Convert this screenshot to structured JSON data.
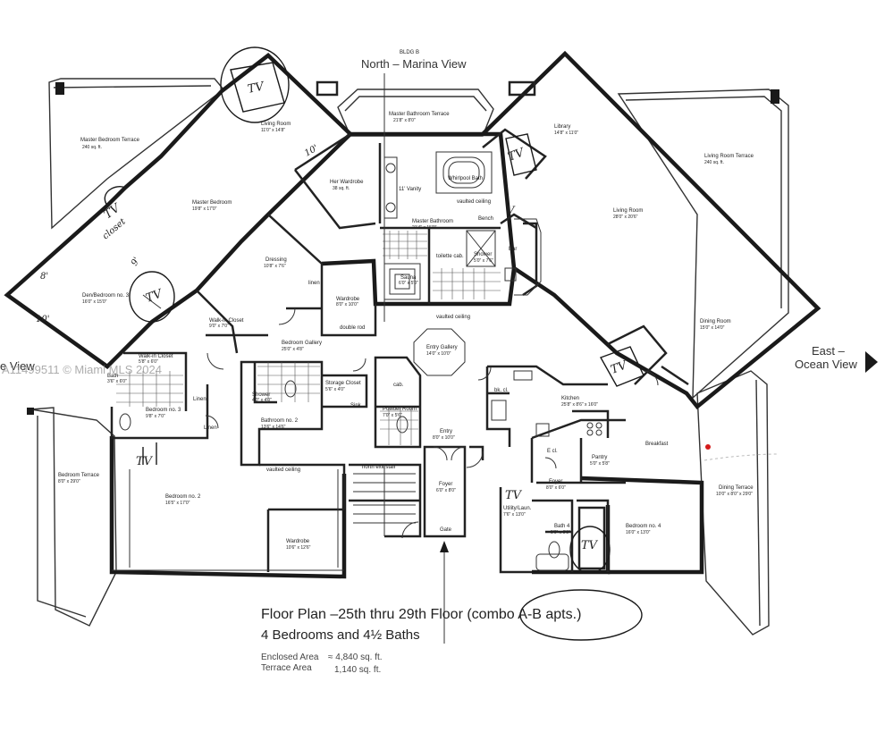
{
  "views": {
    "north": "North – Marina View",
    "north_tag": "BLDG B",
    "east_line1": "East –",
    "east_line2": "Ocean View",
    "west_partial": "e View"
  },
  "watermark": "A11499511 © Miami MLS 2024",
  "rooms": {
    "master_terrace": {
      "name": "Master Bedroom Terrace",
      "dim": "240 sq. ft."
    },
    "living_small": {
      "name": "Living Room",
      "dim": "11'0\" x 14'8\""
    },
    "master_bedroom": {
      "name": "Master Bedroom",
      "dim": "19'8\" x 17'0\""
    },
    "den": {
      "name": "Den/Bedroom no. 3",
      "dim": "16'0\" x 15'0\""
    },
    "her_wardrobe": {
      "name": "Her Wardrobe",
      "dim": "38 sq. ft."
    },
    "master_bath_terrace": {
      "name": "Master Bathroom Terrace",
      "dim": "21'8\" x 8'0\""
    },
    "vanity": {
      "name": "11' Vanity"
    },
    "whirlpool": {
      "name": "Whirlpool Bath"
    },
    "vaulted1": {
      "name": "vaulted ceiling"
    },
    "master_bath": {
      "name": "Master Bathroom",
      "dim": "21'4\" x 15'0\""
    },
    "bench": {
      "name": "Bench"
    },
    "shower_m": {
      "name": "Shower",
      "dim": "5'0\" x 7'6\""
    },
    "toilette": {
      "name": "toilette cab."
    },
    "sauna": {
      "name": "Sauna",
      "dim": "6'0\" x 5'0\""
    },
    "dressing": {
      "name": "Dressing",
      "dim": "10'8\" x 7'6\""
    },
    "linen_top": {
      "name": "linen"
    },
    "wardrobe_top": {
      "name": "Wardrobe",
      "dim": "8'0\" x 10'0\""
    },
    "double_rod": {
      "name": "double rod"
    },
    "walk_in_1": {
      "name": "Walk-in Closet",
      "dim": "9'0\" x 7'0\""
    },
    "library": {
      "name": "Library",
      "dim": "14'8\" x 11'0\""
    },
    "living_terrace": {
      "name": "Living Room Terrace",
      "dim": "240 sq. ft."
    },
    "living_room": {
      "name": "Living Room",
      "dim": "28'0\" x 20'6\""
    },
    "bar": {
      "name": "Bar"
    },
    "dining_room": {
      "name": "Dining Room",
      "dim": "15'0\" x 14'0\""
    },
    "vaulted2": {
      "name": "vaulted ceiling"
    },
    "entry_gallery": {
      "name": "Entry Gallery",
      "dim": "14'0\" x 10'0\""
    },
    "bedroom_gallery": {
      "name": "Bedroom Gallery",
      "dim": "25'0\" x 4'8\""
    },
    "walk_in_2": {
      "name": "Walk-in Closet",
      "dim": "5'8\" x 6'0\""
    },
    "bedroom_3": {
      "name": "Bedroom no. 3",
      "dim": "9'8\" x 7'0\""
    },
    "linen_a": {
      "name": "Linen"
    },
    "linen_b": {
      "name": "Linen"
    },
    "bath_small": {
      "name": "Bath",
      "dim": "3'6\" x 6'0\""
    },
    "shower_2": {
      "name": "Shower",
      "dim": "4'0\" x 4'0\""
    },
    "bathroom_2": {
      "name": "Bathroom no. 2",
      "dim": "13'6\" x 14'6\""
    },
    "storage_closet": {
      "name": "Storage Closet",
      "dim": "5'6\" x 4'0\""
    },
    "cab": {
      "name": "cab."
    },
    "powder_room": {
      "name": "Powder Room",
      "dim": "7'0\" x 5'6\""
    },
    "sink": {
      "name": "Sink"
    },
    "entry": {
      "name": "Entry",
      "dim": "8'0\" x 10'0\""
    },
    "bk_cl": {
      "name": "bk. cl."
    },
    "kitchen": {
      "name": "Kitchen",
      "dim": "25'8\" x 8'6\" x 16'0\""
    },
    "breakfast": {
      "name": "Breakfast"
    },
    "bd_terrace_w": {
      "name": "Bedroom Terrace",
      "dim": "8'0\" x 29'0\""
    },
    "bedroom_2": {
      "name": "Bedroom no. 2",
      "dim": "16'5\" x 17'0\""
    },
    "vaulted3": {
      "name": "vaulted ceiling"
    },
    "north_stair": {
      "name": "north exit stair"
    },
    "wardrobe_2": {
      "name": "Wardrobe",
      "dim": "10'6\" x 12'6\""
    },
    "foyer_1": {
      "name": "Foyer",
      "dim": "6'0\" x 8'0\""
    },
    "gate": {
      "name": "Gate"
    },
    "foyer_2": {
      "name": "Foyer",
      "dim": "8'0\" x 6'0\""
    },
    "pantry": {
      "name": "Pantry",
      "dim": "5'0\" x 5'8\""
    },
    "e_cl": {
      "name": "E cl."
    },
    "utility": {
      "name": "Utility/Laun.",
      "dim": "7'6\" x 13'0\""
    },
    "bath_4": {
      "name": "Bath 4",
      "dim": "5'0\" x 9'0\""
    },
    "bedroom_4": {
      "name": "Bedroom no. 4",
      "dim": "16'0\" x 13'0\""
    },
    "dining_terrace": {
      "name": "Dining Terrace",
      "dim": "10'0\" x 8'0\" x 29'0\""
    }
  },
  "handwritten": {
    "tv": "TV",
    "dim_8": "8'",
    "dim_10": "10'",
    "dim_10b": "10'",
    "dim_9": "9'",
    "closet": "closet",
    "mark": "V"
  },
  "caption": {
    "line1": "Floor Plan –25th thru 29th Floor (combo A-B apts.)",
    "line2": "4 Bedrooms and 4½ Baths",
    "enclosed_label": "Enclosed  Area",
    "enclosed_value": "≈ 4,840 sq. ft.",
    "terrace_label": "Terrace     Area",
    "terrace_value": "1,140 sq. ft."
  }
}
